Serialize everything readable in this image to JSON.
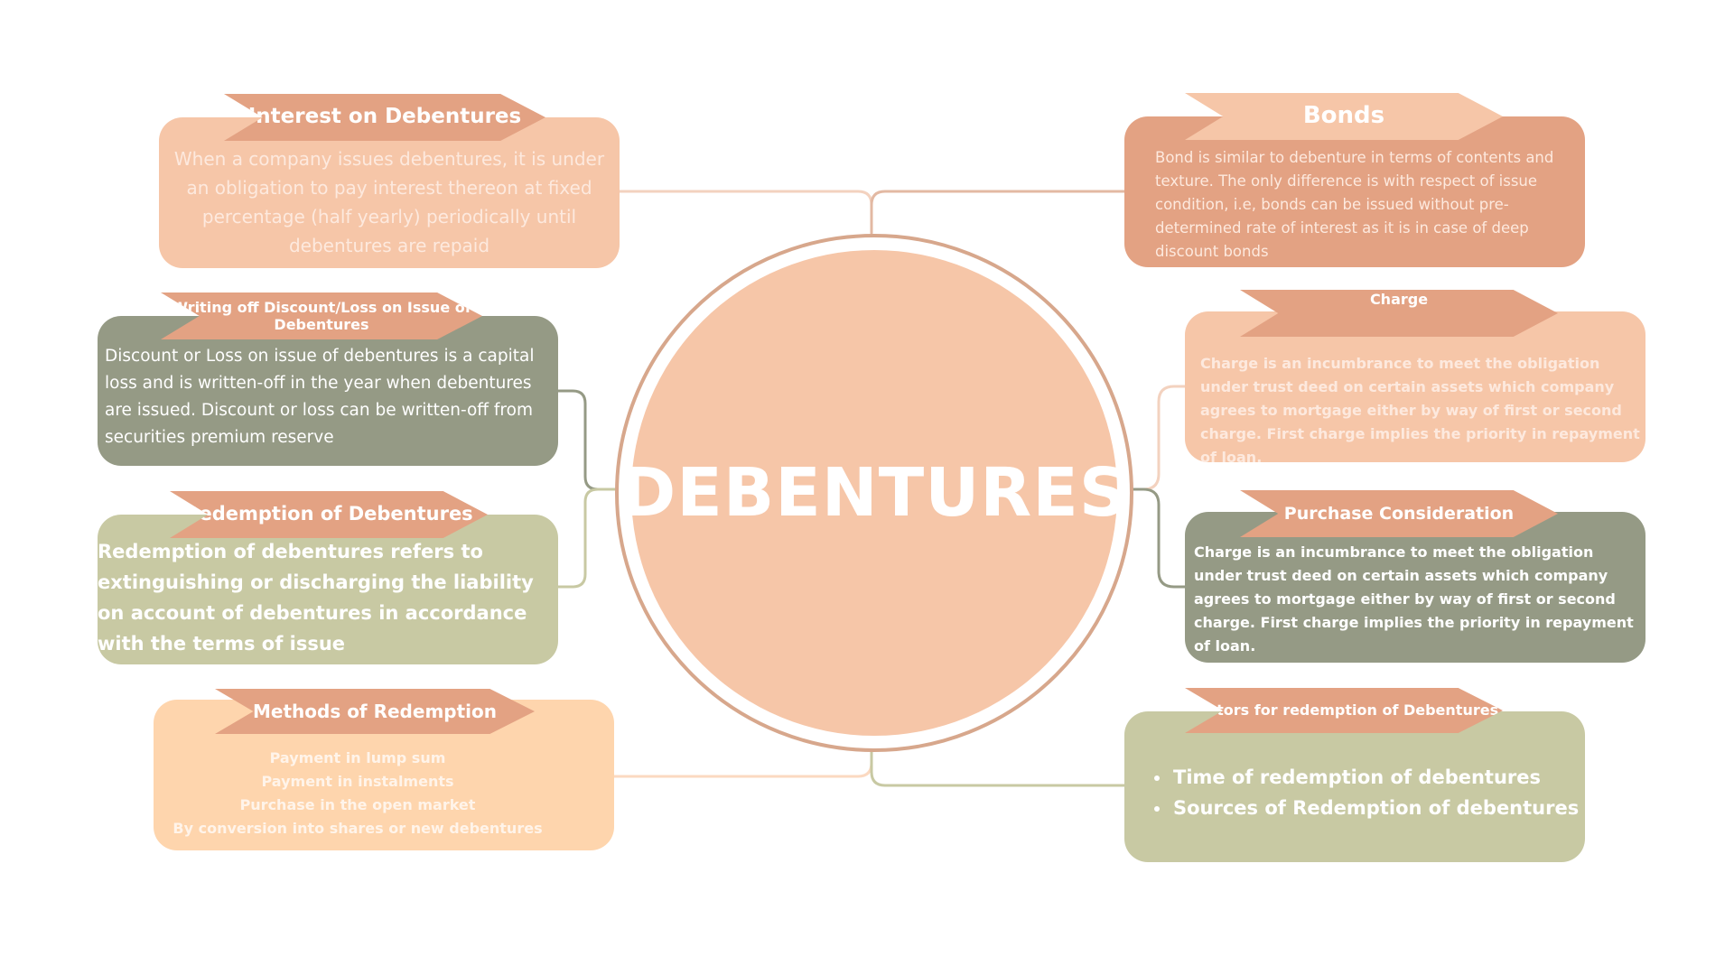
{
  "center": {
    "title": "DEBENTURES"
  },
  "colors": {
    "peach_light": "#f6c6a8",
    "peach_dark": "#e3a283",
    "sage_gray": "#959a85",
    "sage_light": "#c8c9a3",
    "apricot": "#fed5ad",
    "ring": "#d7a78c"
  },
  "left_nodes": {
    "interest": {
      "title": "Interest on Debentures",
      "body": "When a company issues debentures, it is under an obligation to pay interest thereon at fixed percentage (half yearly) periodically until debentures are repaid"
    },
    "writing_off": {
      "title": "Writing off Discount/Loss on Issue of Debentures",
      "body": "Discount or Loss on issue of debentures is a capital loss and is written-off in the year when debentures are issued. Discount or loss can be written-off from securities premium reserve"
    },
    "redemption": {
      "title": "Redemption of Debentures",
      "body": "Redemption of debentures refers to extinguishing or discharging the liability on account of debentures in accordance with the terms of issue"
    },
    "methods": {
      "title": "Methods of Redemption",
      "items": [
        "Payment in lump sum",
        "Payment in instalments",
        "Purchase in the open market",
        "By conversion into shares or new debentures"
      ]
    }
  },
  "right_nodes": {
    "bonds": {
      "title": "Bonds",
      "body": "Bond is similar to debenture in terms of contents and texture. The only difference is with respect of issue condition, i.e, bonds can be issued without pre-determined rate of interest as it is in case of deep discount bonds"
    },
    "charge": {
      "title": "Charge",
      "body": "Charge is an incumbrance to meet the obligation under trust deed on certain assets which company agrees to mortgage either by way of first or second charge. First charge implies the priority in repayment of loan."
    },
    "purchase": {
      "title": "Purchase Consideration",
      "body": "Charge is an incumbrance to meet the obligation under trust deed on certain assets which company agrees to mortgage either by way of first or second charge. First charge implies the priority in repayment of loan."
    },
    "factors": {
      "title": "Factors for redemption of Debentures",
      "items": [
        "Time of redemption of debentures",
        "Sources of Redemption of debentures"
      ]
    }
  }
}
